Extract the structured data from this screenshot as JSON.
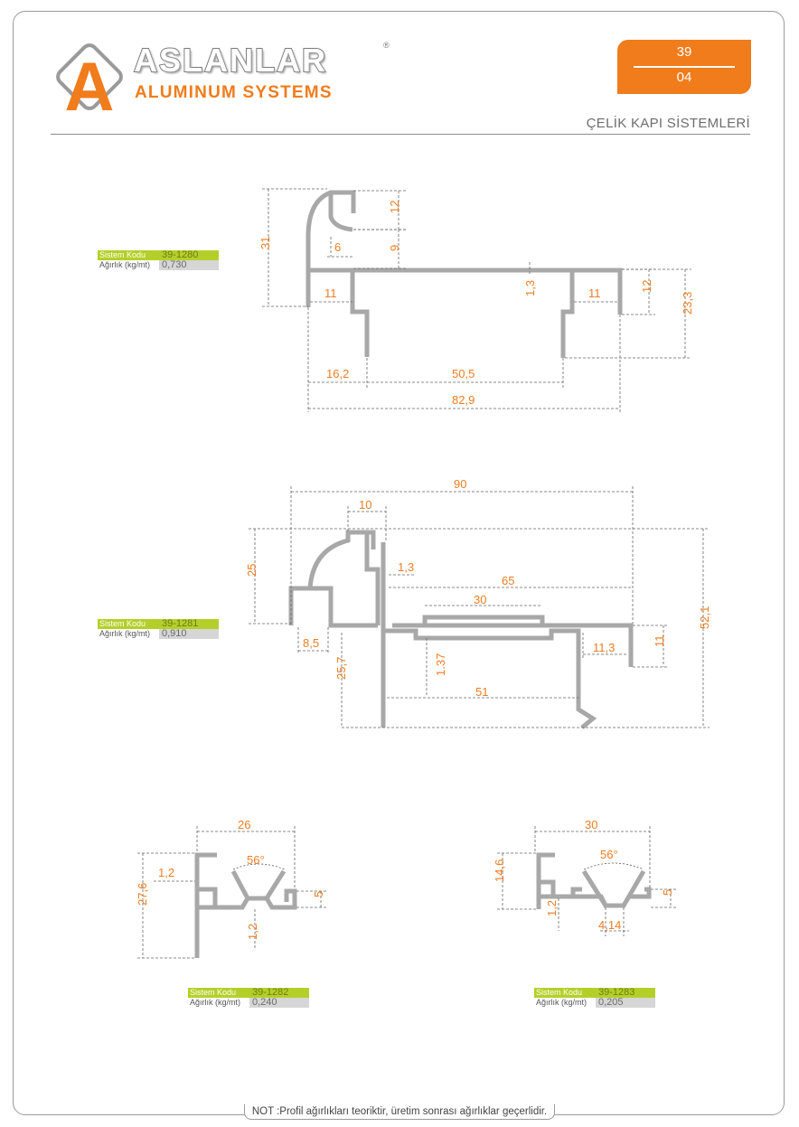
{
  "header": {
    "brand_name": "ASLANLAR",
    "brand_sub": "ALUMINUM SYSTEMS",
    "registered": "®",
    "logo_letter": "A",
    "page_top": "39",
    "page_bottom": "04",
    "section_title": "ÇELİK KAPI SİSTEMLERİ"
  },
  "colors": {
    "accent": "#f07c1c",
    "code_bg": "#b5cf2a",
    "profile": "#a8a8a8"
  },
  "profiles": [
    {
      "label_code": "Sistem Kodu",
      "code": "39-1280",
      "label_weight": "Ağırlık (kg/mt)",
      "weight": "0,730",
      "dims": [
        "31",
        "12",
        "6",
        "9",
        "11",
        "1,3",
        "11",
        "12",
        "23,3",
        "16,2",
        "50,5",
        "82,9"
      ]
    },
    {
      "label_code": "Sistem Kodu",
      "code": "39-1281",
      "label_weight": "Ağırlık (kg/mt)",
      "weight": "0,910",
      "dims": [
        "90",
        "10",
        "25",
        "1,3",
        "65",
        "30",
        "52,1",
        "8,5",
        "11,3",
        "11",
        "25,7",
        "1.37",
        "51"
      ]
    },
    {
      "label_code": "Sistem Kodu",
      "code": "39-1282",
      "label_weight": "Ağırlık (kg/mt)",
      "weight": "0,240",
      "dims": [
        "26",
        "56°",
        "1,2",
        "27,6",
        "5",
        "1,2"
      ]
    },
    {
      "label_code": "Sistem Kodu",
      "code": "39-1283",
      "label_weight": "Ağırlık (kg/mt)",
      "weight": "0,205",
      "dims": [
        "30",
        "56°",
        "14,6",
        "5",
        "1,2",
        "4,14"
      ]
    }
  ],
  "footer_note": "NOT :Profil ağırlıkları teoriktir, üretim sonrası ağırlıklar geçerlidir."
}
